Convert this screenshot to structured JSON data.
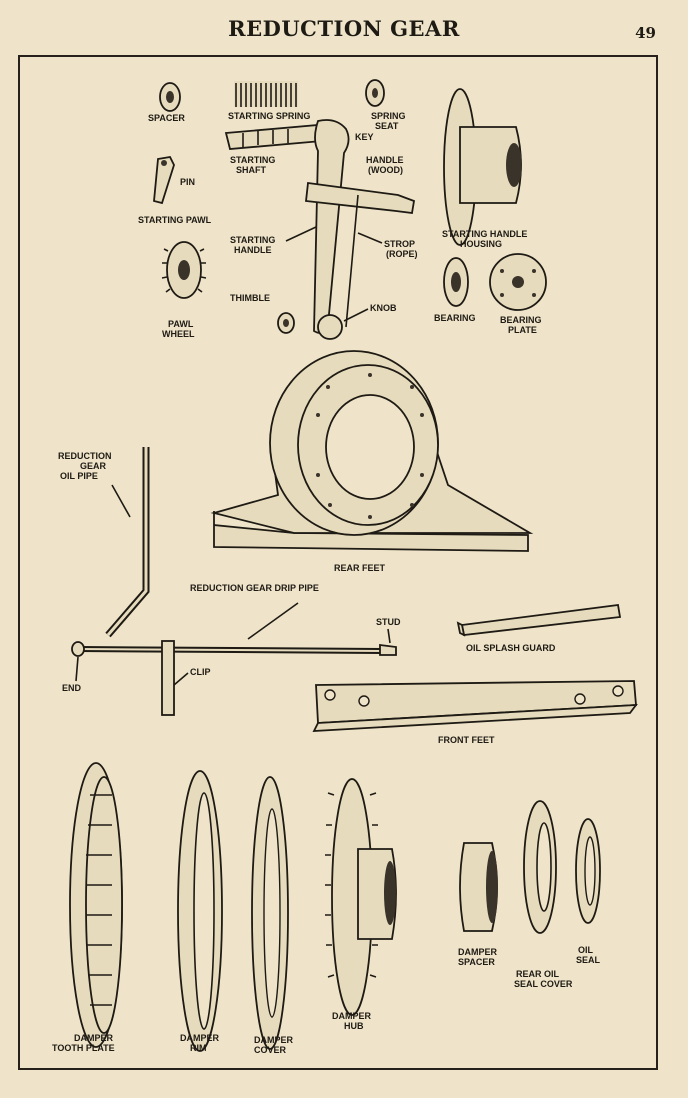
{
  "header": {
    "title": "REDUCTION GEAR",
    "page_number": "49"
  },
  "parts": {
    "spacer": "SPACER",
    "starting_spring": "STARTING SPRING",
    "spring_seat": [
      "SPRING",
      "SEAT"
    ],
    "key": "KEY",
    "pin": "PIN",
    "starting_shaft": [
      "STARTING",
      "SHAFT"
    ],
    "handle_wood": [
      "HANDLE",
      "(WOOD)"
    ],
    "starting_pawl": "STARTING PAWL",
    "starting_handle": [
      "STARTING",
      "HANDLE"
    ],
    "strop_rope": [
      "STROP",
      "(ROPE)"
    ],
    "starting_handle_housing": [
      "STARTING HANDLE",
      "HOUSING"
    ],
    "pawl_wheel": [
      "PAWL",
      "WHEEL"
    ],
    "thimble": "THIMBLE",
    "knob": "KNOB",
    "bearing": "BEARING",
    "bearing_plate": [
      "BEARING",
      "PLATE"
    ],
    "reduction_gear_oil_pipe": [
      "REDUCTION",
      "GEAR",
      "OIL PIPE"
    ],
    "rear_feet": "REAR FEET",
    "reduction_gear_drip_pipe": "REDUCTION GEAR DRIP PIPE",
    "stud": "STUD",
    "oil_splash_guard": "OIL SPLASH GUARD",
    "end": "END",
    "clip": "CLIP",
    "front_feet": "FRONT FEET",
    "damper_tooth_plate": [
      "DAMPER",
      "TOOTH PLATE"
    ],
    "damper_rim": [
      "DAMPER",
      "RIM"
    ],
    "damper_cover": [
      "DAMPER",
      "COVER"
    ],
    "damper_hub": [
      "DAMPER",
      "HUB"
    ],
    "damper_spacer": [
      "DAMPER",
      "SPACER"
    ],
    "rear_oil_seal_cover": [
      "REAR OIL",
      "SEAL COVER"
    ],
    "oil_seal": [
      "OIL",
      "SEAL"
    ]
  }
}
